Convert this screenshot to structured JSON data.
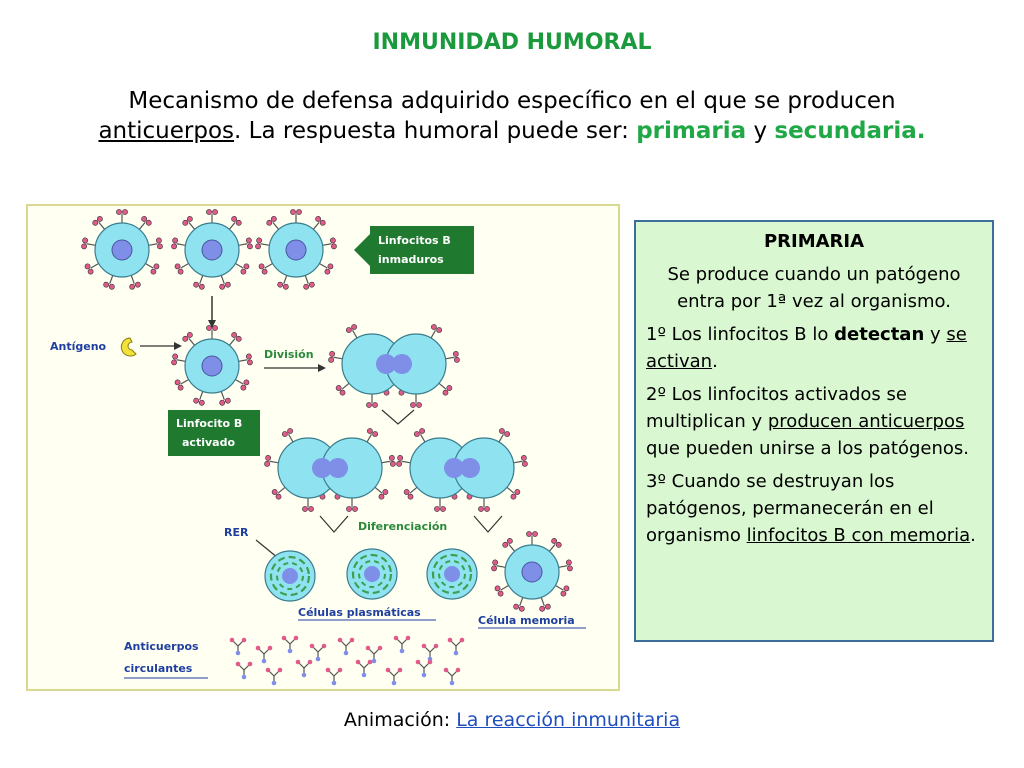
{
  "title": "INMUNIDAD HUMORAL",
  "intro": {
    "line1": "Mecanismo de defensa adquirido específico en el que se producen",
    "anticuerpos": "anticuerpos",
    "mid": ". La respuesta humoral puede ser: ",
    "primaria": "primaria",
    "y": " y ",
    "secundaria": "secundaria."
  },
  "diagram": {
    "label_inmaduros_1": "Linfocitos B",
    "label_inmaduros_2": "inmaduros",
    "label_antigeno": "Antígeno",
    "label_division": "División",
    "label_activado_1": "Linfocito B",
    "label_activado_2": "activado",
    "label_rer": "RER",
    "label_diferenciacion": "Diferenciación",
    "label_plasmaticas": "Células plasmáticas",
    "label_memoria": "Célula memoria",
    "label_anticuerpos_1": "Anticuerpos",
    "label_anticuerpos_2": "circulantes"
  },
  "panel": {
    "heading": "PRIMARIA",
    "desc": "Se produce cuando un patógeno entra por 1ª vez al organismo.",
    "p1_a": "1º Los linfocitos B lo ",
    "p1_b": "detectan",
    "p1_c": " y ",
    "p1_d": "se activan",
    "p1_e": ".",
    "p2_a": "2º Los linfocitos activados se multiplican y ",
    "p2_b": "producen anticuerpos",
    "p2_c": " que pueden unirse a los patógenos.",
    "p3_a": "3º Cuando se destruyan los patógenos, permanecerán en el organismo  ",
    "p3_b": "linfocitos B con memoria",
    "p3_c": "."
  },
  "animation": {
    "prefix": "Animación: ",
    "link": "La reacción inmunitaria"
  },
  "colors": {
    "title_green": "#1a9a3c",
    "highlight_green": "#1fa845",
    "cell_fill": "#8fe3f0",
    "nucleus_fill": "#7f8fe8",
    "label_box": "#1f7a2f",
    "panel_bg": "#d9f7d0",
    "panel_border": "#3b6e9b",
    "link_blue": "#1f4fbf"
  }
}
